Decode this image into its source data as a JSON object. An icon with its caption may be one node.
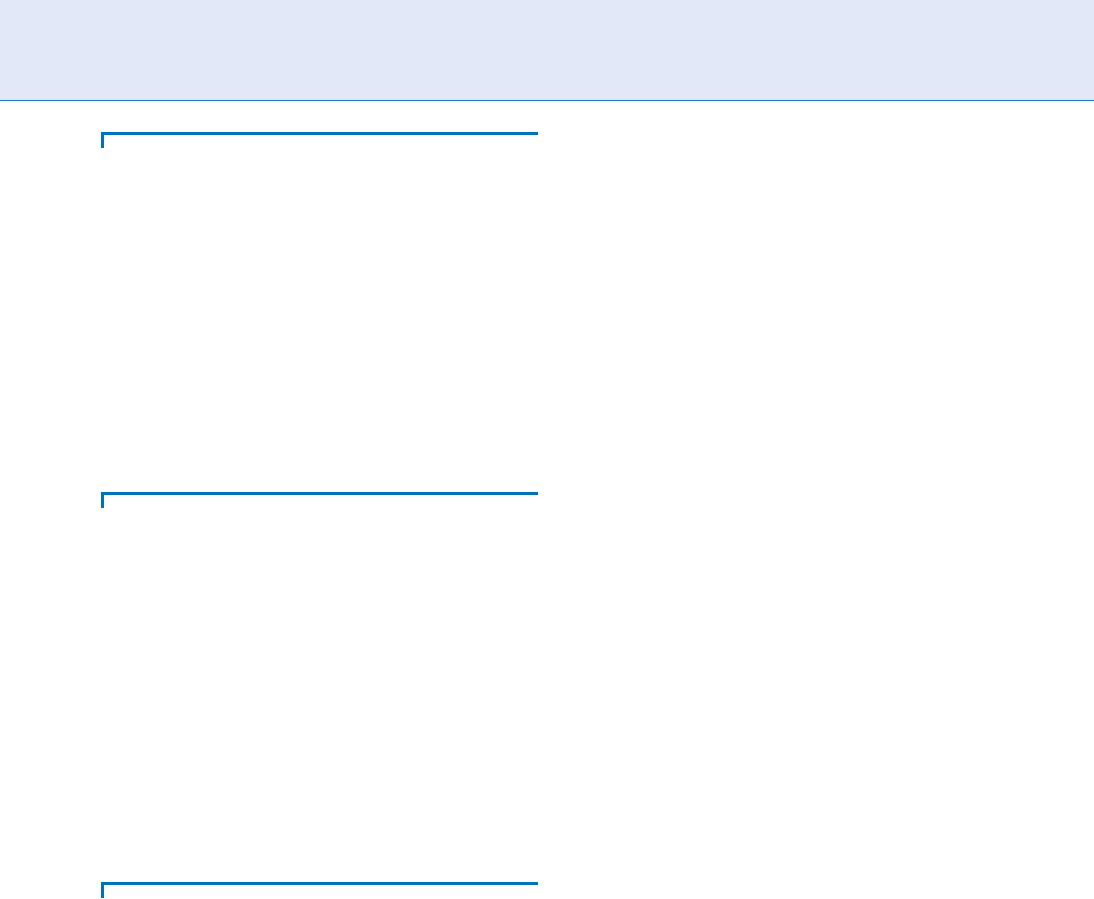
{
  "diagram": {
    "nodes": [
      {
        "text": [],
        "shape": "band"
      },
      {
        "text": [],
        "shape": "bar"
      },
      {
        "text": [],
        "shape": "bar"
      },
      {
        "text": [],
        "shape": "bar"
      }
    ]
  }
}
